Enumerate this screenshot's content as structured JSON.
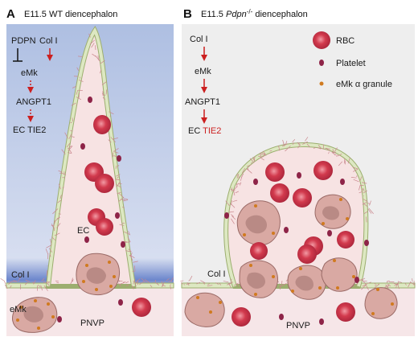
{
  "panel_a": {
    "letter": "A",
    "title": "E11.5 WT diencephalon",
    "pathway": {
      "pdpn": "PDPN",
      "col1": "Col I",
      "emk": "eMk",
      "angpt1": "ANGPT1",
      "ec_tie2": "EC TIE2"
    },
    "labels": {
      "ec": "EC",
      "col1": "Col I",
      "emk": "eMk",
      "pnvp": "PNVP"
    }
  },
  "panel_b": {
    "letter": "B",
    "title_prefix": "E11.5 ",
    "title_gene": "Pdpn",
    "title_super": "-/-",
    "title_suffix": " diencephalon",
    "pathway": {
      "col1": "Col I",
      "emk": "eMk",
      "angpt1": "ANGPT1",
      "ec": "EC",
      "tie2": "TIE2"
    },
    "legend": {
      "rbc": "RBC",
      "platelet": "Platelet",
      "granule": "eMk α granule"
    },
    "labels": {
      "col1": "Col I",
      "pnvp": "PNVP"
    }
  },
  "colors": {
    "panel_a_bg_top": "#aebfe2",
    "panel_a_bg_bottom": "#d7def0",
    "panel_b_bg": "#eeeeee",
    "vessel_lumen": "#f7e3e3",
    "endothelium": "#dde8c2",
    "endothelium_stroke": "#9cae6f",
    "rbc": "#d23a4d",
    "platelet": "#8e2448",
    "granule": "#d07a1f",
    "emk_cell": "#d9a9a3",
    "arrow_red": "#cc1f1f",
    "collagen": "#c9878d",
    "tie2_text": "#cc1f1f"
  }
}
